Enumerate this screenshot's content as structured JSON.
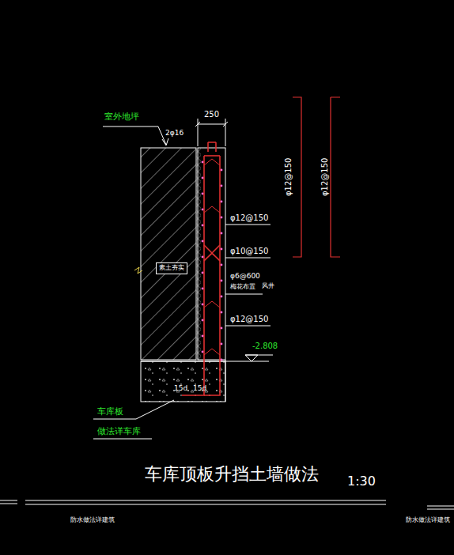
{
  "diagram": {
    "title": "车库顶板升挡土墙做法",
    "nodes": [
      {
        "text": [
          "素土夯实"
        ]
      }
    ],
    "labels": [
      "室外地坪",
      "250",
      "2φ16",
      "φ12@150",
      "φ10@150",
      "φ6@600",
      "梅花布置",
      "风井",
      "φ12@150",
      "φ12@150",
      "φ12@150",
      "-2.808",
      "15d",
      "15d",
      "车库板",
      "做法详车库",
      "1:30",
      "防水做法详建筑",
      "防水做法详建筑"
    ]
  }
}
